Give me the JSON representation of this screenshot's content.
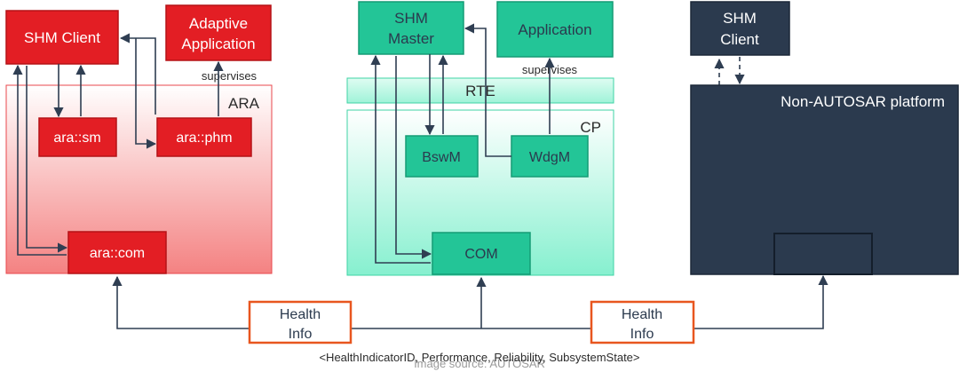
{
  "colors": {
    "ara_accent": "#e02a2a",
    "cp_accent": "#23c597",
    "platform": "#2b3a4e",
    "health": "#e8561f",
    "connector": "#2f3e52"
  },
  "ara": {
    "area_label": "ARA",
    "shm_client": "SHM Client",
    "adaptive_app_line1": "Adaptive",
    "adaptive_app_line2": "Application",
    "supervises": "supervises",
    "sm": "ara::sm",
    "phm": "ara::phm",
    "com": "ara::com"
  },
  "cp": {
    "area_label": "CP",
    "shm_master_line1": "SHM",
    "shm_master_line2": "Master",
    "application": "Application",
    "supervises": "supervises",
    "rte": "RTE",
    "bswm": "BswM",
    "wdgm": "WdgM",
    "com": "COM"
  },
  "non_autosar": {
    "shm_client_line1": "SHM",
    "shm_client_line2": "Client",
    "platform_label": "Non-AUTOSAR platform"
  },
  "health_info": {
    "left_line1": "Health",
    "left_line2": "Info",
    "right_line1": "Health",
    "right_line2": "Info",
    "caption": "<HealthIndicatorID, Performance, Reliability, SubsystemState>",
    "image_source": "Image source:  AUTOSAR"
  }
}
